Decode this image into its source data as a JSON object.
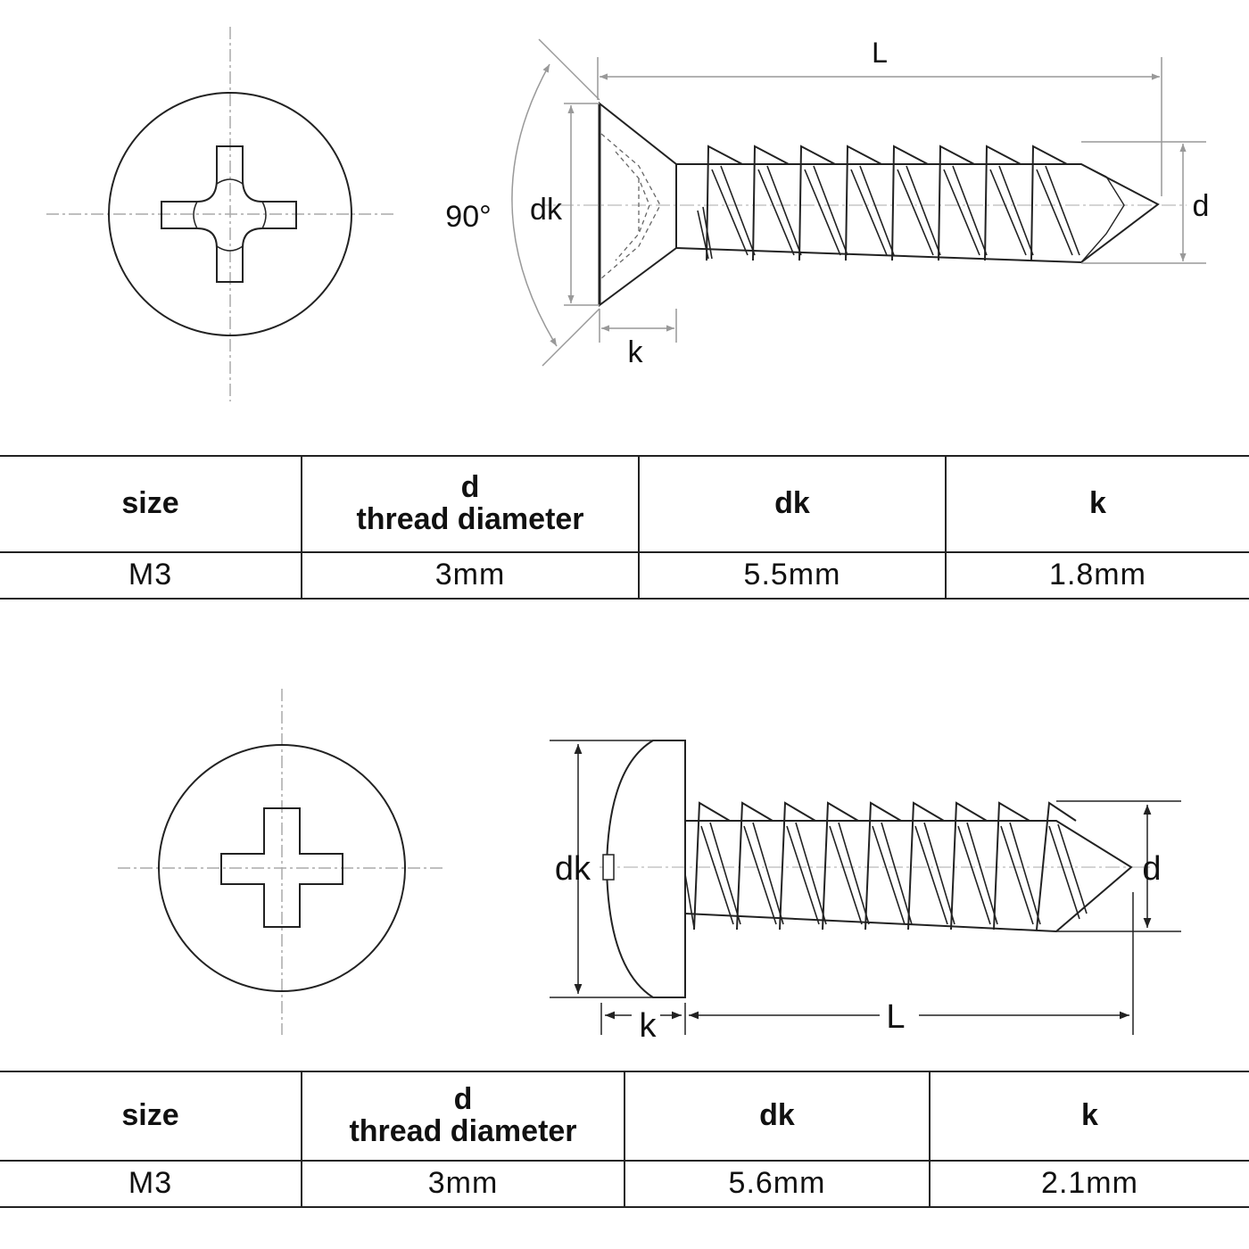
{
  "countersunk_screw": {
    "dimension_labels": {
      "length": "L",
      "head_diameter": "dk",
      "head_height": "k",
      "thread_diameter": "d",
      "head_angle": "90°"
    },
    "spec_table": {
      "headers": {
        "size": "size",
        "d_symbol": "d",
        "d_description": "thread diameter",
        "dk": "dk",
        "k": "k"
      },
      "row": {
        "size": "M3",
        "d": "3mm",
        "dk": "5.5mm",
        "k": "1.8mm"
      }
    }
  },
  "pan_head_screw": {
    "dimension_labels": {
      "length": "L",
      "head_diameter": "dk",
      "head_height": "k",
      "thread_diameter": "d"
    },
    "spec_table": {
      "headers": {
        "size": "size",
        "d_symbol": "d",
        "d_description": "thread diameter",
        "dk": "dk",
        "k": "k"
      },
      "row": {
        "size": "M3",
        "d": "3mm",
        "dk": "5.6mm",
        "k": "2.1mm"
      }
    }
  },
  "icons": [
    "phillips-countersunk-head-top-view",
    "countersunk-screw-side-view",
    "phillips-pan-head-top-view",
    "pan-head-screw-side-view"
  ],
  "colors": {
    "line": "#222222",
    "dim_line": "#999999",
    "center_line": "#aaaaaa",
    "background": "#ffffff"
  }
}
